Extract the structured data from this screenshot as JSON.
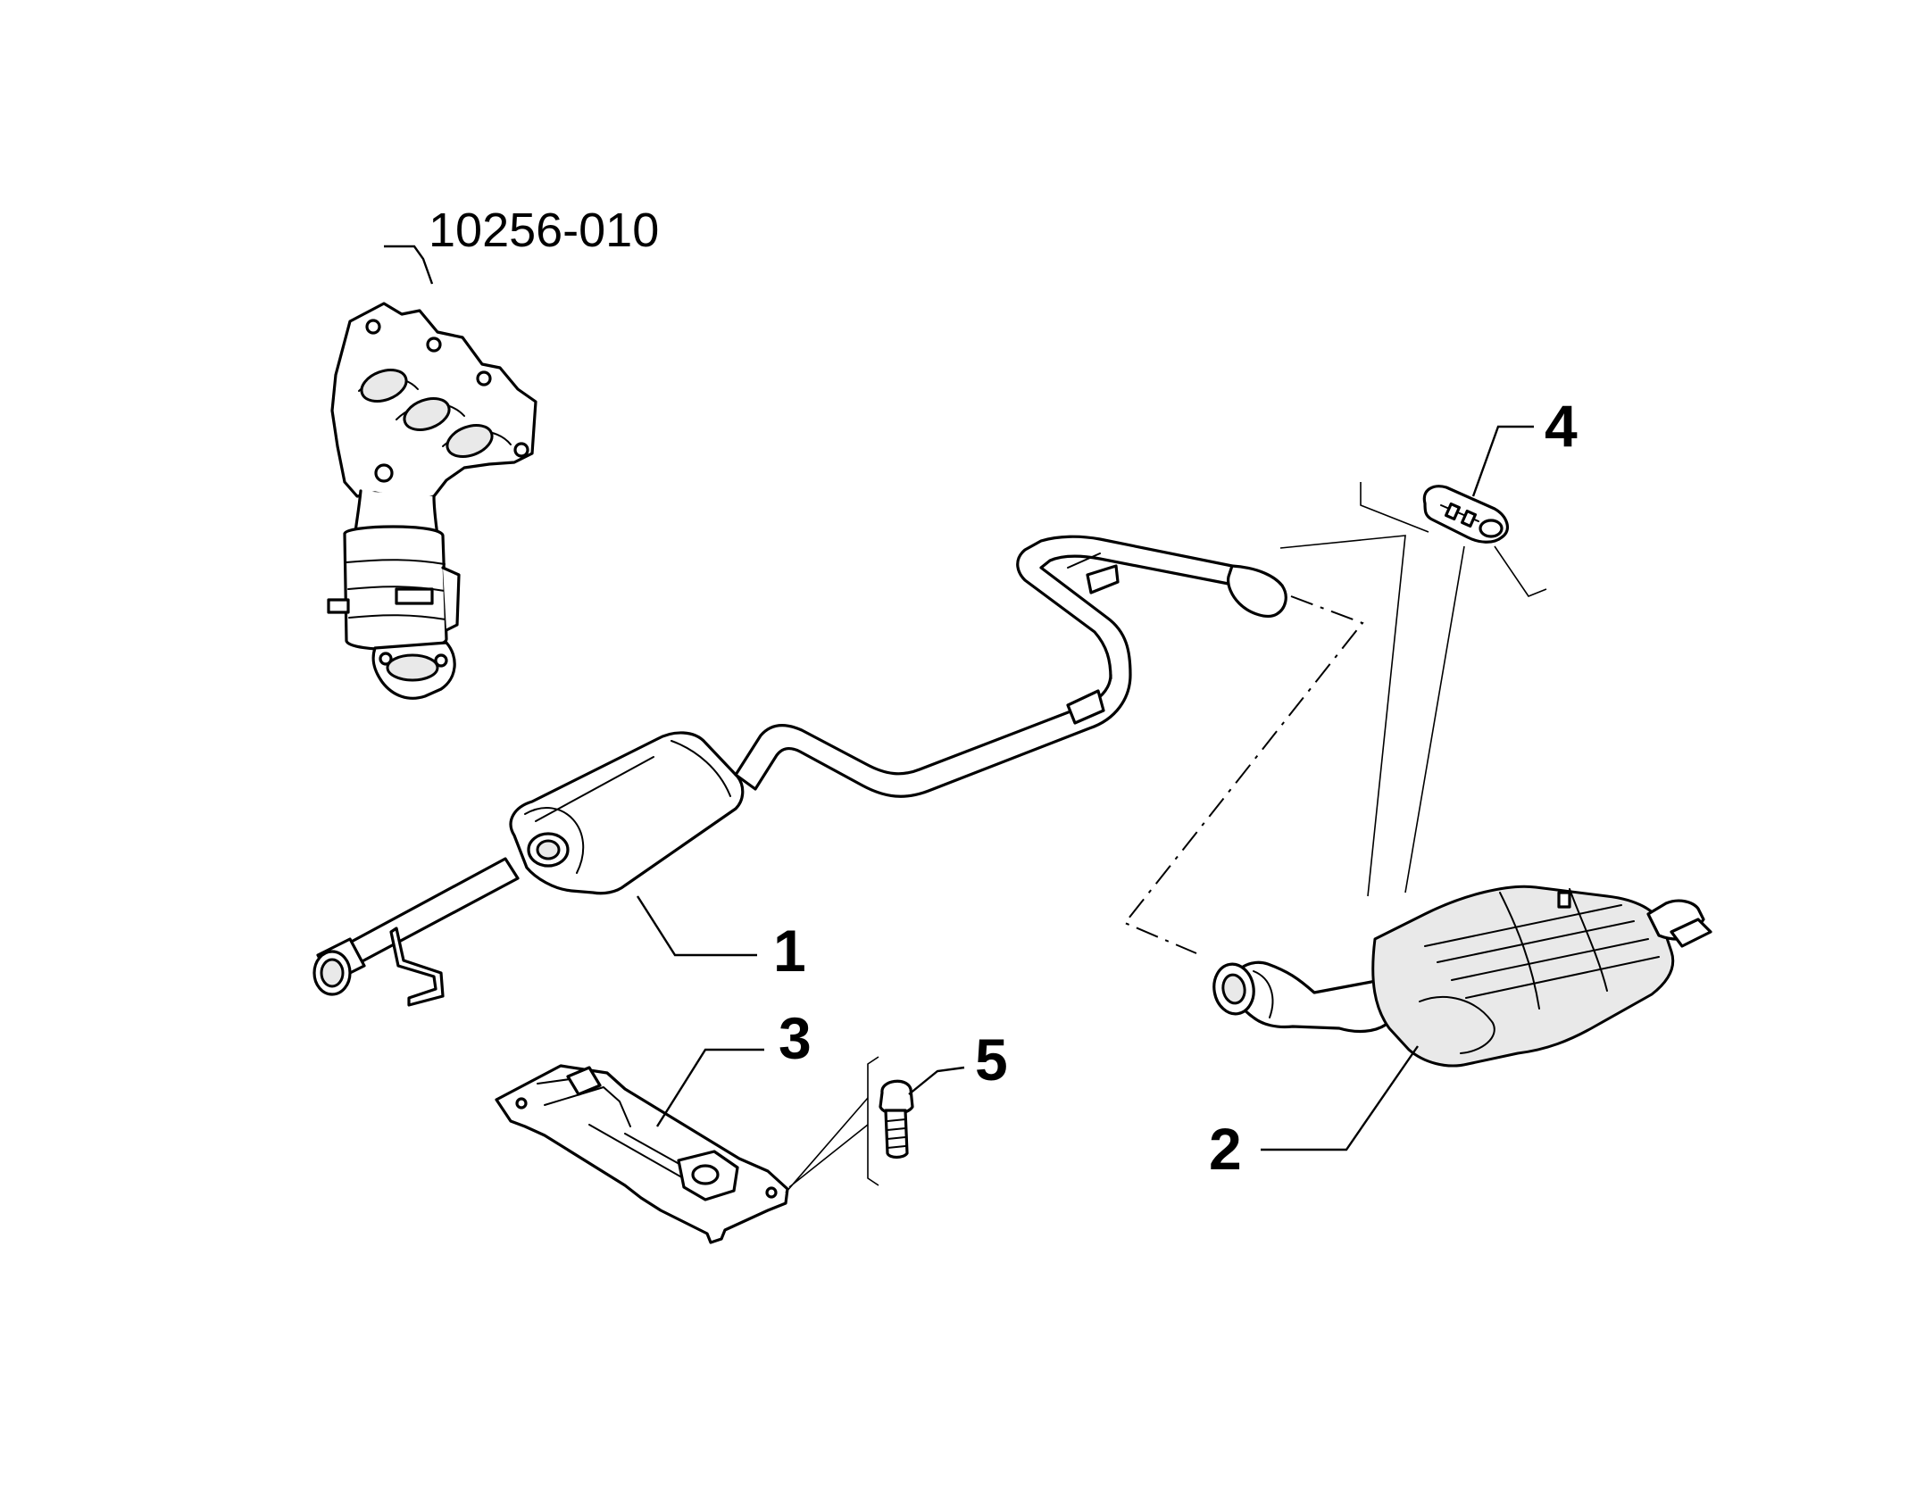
{
  "callouts": {
    "ref": "10256-010",
    "part1": "1",
    "part2": "2",
    "part3": "3",
    "part4": "4",
    "part5": "5"
  },
  "colors": {
    "line": "#000000",
    "background": "#ffffff",
    "shade": "#e9e9e9"
  }
}
